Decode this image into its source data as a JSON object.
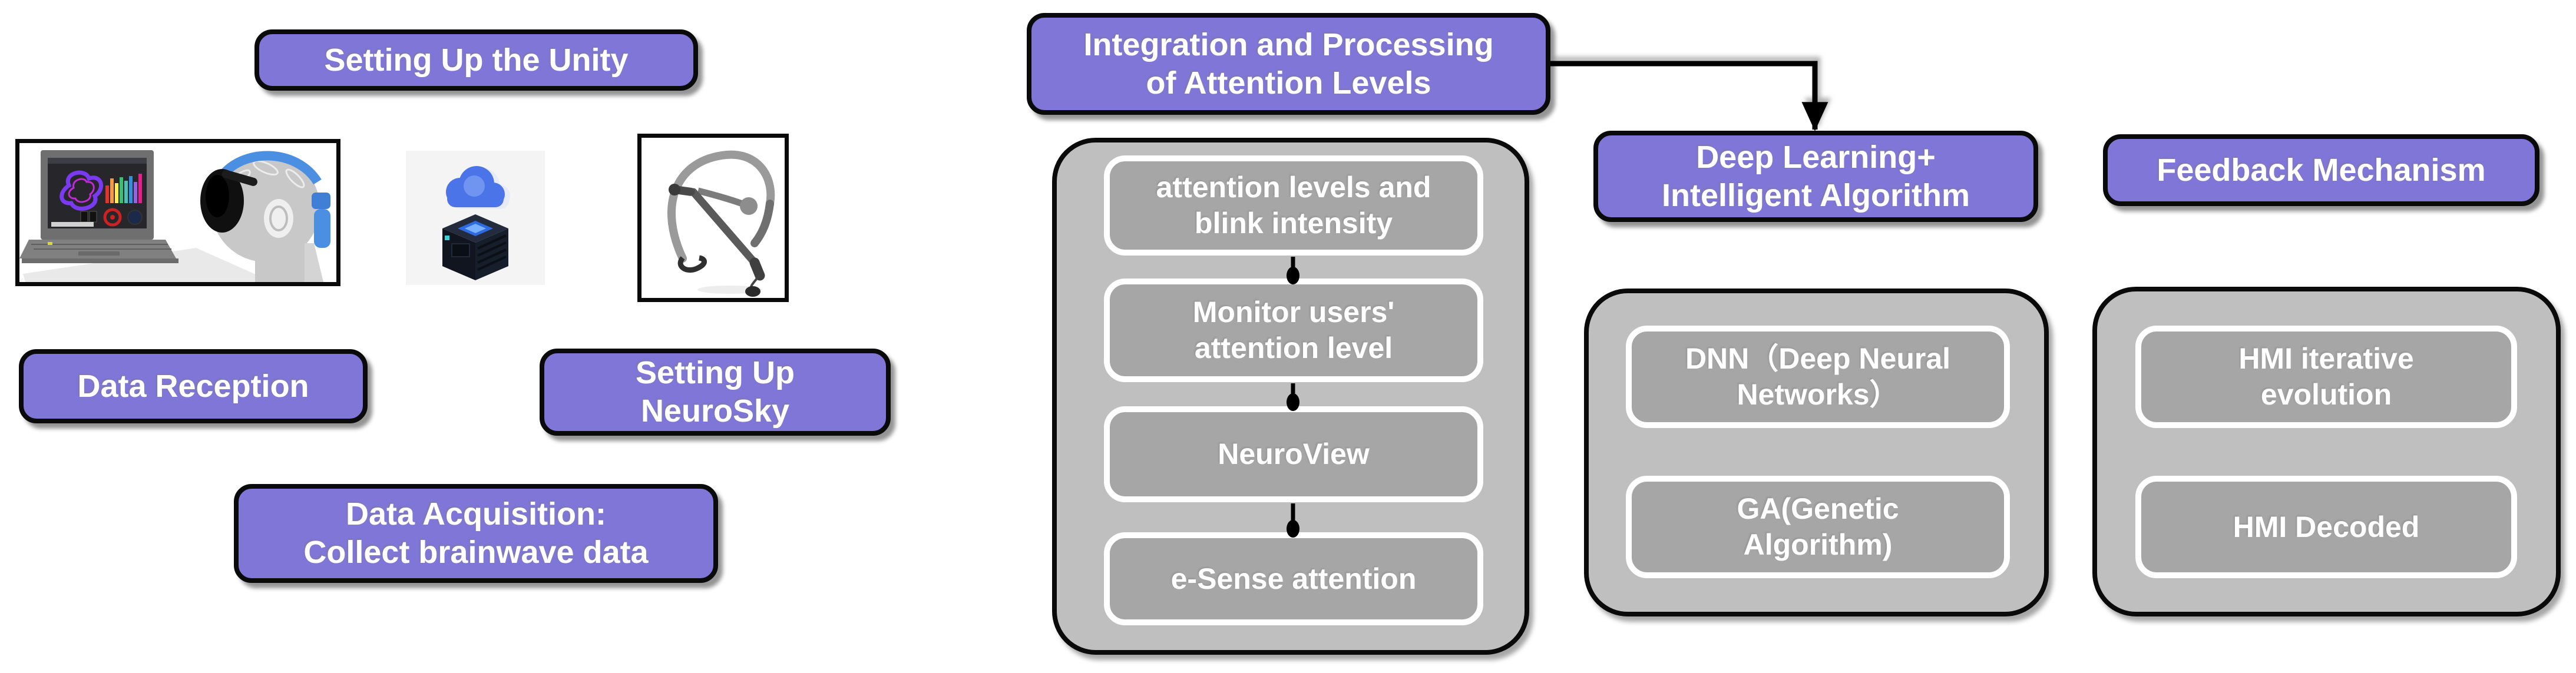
{
  "figure": {
    "background": "#ffffff",
    "colors": {
      "node_fill": "#7f76d8",
      "node_border": "#000000",
      "container_fill": "#bfbfbf",
      "subnode_fill": "#a6a6a6",
      "subnode_border": "#ffffff",
      "text": "#ffffff",
      "arrow": "#000000"
    },
    "nodes": {
      "setting_up_unity": {
        "lines": [
          "Setting Up the Unity"
        ]
      },
      "data_reception": {
        "lines": [
          "Data Reception"
        ]
      },
      "setting_up_neurosky": {
        "lines": [
          "Setting Up",
          "NeuroSky"
        ]
      },
      "data_acquisition": {
        "lines": [
          "Data Acquisition:",
          "Collect brainwave data"
        ]
      },
      "integration": {
        "lines": [
          "Integration and Processing",
          "of Attention Levels"
        ]
      },
      "deep_learning": {
        "lines": [
          "Deep Learning+",
          "Intelligent Algorithm"
        ]
      },
      "feedback": {
        "lines": [
          "Feedback Mechanism"
        ]
      }
    },
    "groups": {
      "attention": {
        "items": [
          {
            "lines": [
              "attention levels and",
              "blink intensity"
            ]
          },
          {
            "lines": [
              "Monitor users'",
              "attention level"
            ]
          },
          {
            "lines": [
              "NeuroView"
            ]
          },
          {
            "lines": [
              "e-Sense attention"
            ]
          }
        ]
      },
      "algorithms": {
        "items": [
          {
            "lines": [
              "DNN（Deep Neural",
              "Networks）"
            ]
          },
          {
            "lines": [
              "GA(Genetic",
              "Algorithm)"
            ]
          }
        ]
      },
      "hmi": {
        "items": [
          {
            "lines": [
              "HMI iterative",
              "evolution"
            ]
          },
          {
            "lines": [
              "HMI Decoded"
            ]
          }
        ]
      }
    },
    "images": {
      "unity_vr": "laptop-with-brainwave-software-and-vr-eeg-head",
      "cloud_device": "cloud-data-reception-cube",
      "neurosky": "neurosky-mindwave-headset"
    }
  }
}
